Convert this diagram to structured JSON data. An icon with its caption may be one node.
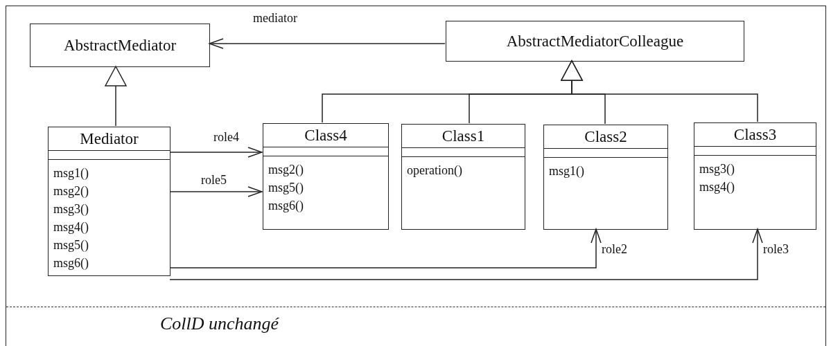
{
  "diagram": {
    "nodes": [
      {
        "text": [
          "CollD unchangé"
        ]
      },
      {
        "text": [
          "AbstractMediator"
        ],
        "in": 0
      },
      {
        "text": [
          "AbstractMediatorColleague"
        ],
        "in": 0
      },
      {
        "text": [
          "Mediator",
          "msg1()",
          "msg2()",
          "msg3()",
          "msg4()",
          "msg5()",
          "msg6()"
        ],
        "in": 0
      },
      {
        "text": [
          "Class4",
          "msg2()",
          "msg5()",
          "msg6()"
        ],
        "in": 0
      },
      {
        "text": [
          "Class1",
          "operation()"
        ],
        "in": 0
      },
      {
        "text": [
          "Class2",
          "msg1()"
        ],
        "in": 0
      },
      {
        "text": [
          "Class3",
          "msg3()",
          "msg4()"
        ],
        "in": 0
      }
    ],
    "edges": [
      {
        "from": 2,
        "to": 1,
        "arrow": "to",
        "label": "mediator"
      },
      {
        "from": 3,
        "to": 1,
        "arrow": "to"
      },
      {
        "from": 4,
        "to": 2,
        "arrow": "to"
      },
      {
        "from": 5,
        "to": 2,
        "arrow": "to"
      },
      {
        "from": 6,
        "to": 2,
        "arrow": "to"
      },
      {
        "from": 7,
        "to": 2,
        "arrow": "to"
      },
      {
        "from": 3,
        "to": 4,
        "arrow": "to",
        "label": "role4"
      },
      {
        "from": 3,
        "to": 4,
        "arrow": "to",
        "label": "role5"
      },
      {
        "from": 3,
        "to": 6,
        "arrow": "to",
        "label": "role2"
      },
      {
        "from": 3,
        "to": 7,
        "arrow": "to",
        "label": "role3"
      }
    ]
  }
}
